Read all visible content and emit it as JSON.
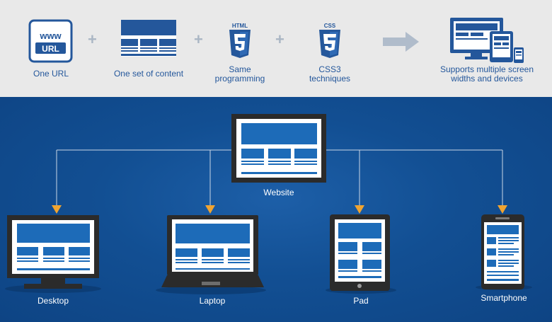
{
  "top": {
    "steps": [
      {
        "icon": "www-url-icon",
        "icon_text_1": "www",
        "icon_text_2": "URL",
        "label": "One URL"
      },
      {
        "icon": "content-layout-icon",
        "label": "One set of content"
      },
      {
        "icon": "html5-icon",
        "icon_text": "HTML",
        "label_line1": "Same",
        "label_line2": "programming"
      },
      {
        "icon": "css3-icon",
        "icon_text": "CSS",
        "label_line1": "CSS3",
        "label_line2": "techniques"
      },
      {
        "icon": "multi-device-icon",
        "label_line1": "Supports multiple screen",
        "label_line2": "widths and devices"
      }
    ],
    "plus_symbol": "+",
    "arrow_icon": "right-arrow-icon"
  },
  "diagram": {
    "source": {
      "icon": "website-monitor-icon",
      "label": "Website"
    },
    "targets": [
      {
        "icon": "desktop-icon",
        "label": "Desktop"
      },
      {
        "icon": "laptop-icon",
        "label": "Laptop"
      },
      {
        "icon": "tablet-icon",
        "label": "Pad"
      },
      {
        "icon": "smartphone-icon",
        "label": "Smartphone"
      }
    ]
  },
  "colors": {
    "top_bg": "#e9e9e9",
    "brand_blue": "#24579b",
    "panel_blue": "#124f93",
    "arrow_orange": "#f0a431",
    "device_dark": "#2b2b2b",
    "screen_blue": "#1d6bb8"
  }
}
